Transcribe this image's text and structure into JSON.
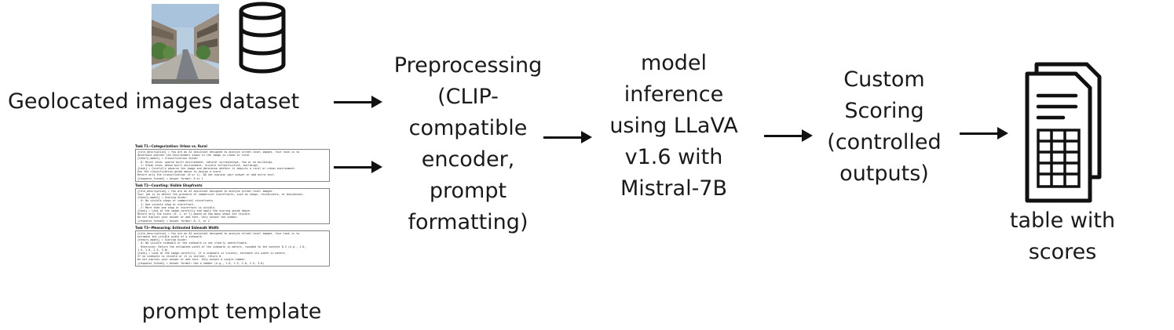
{
  "nodes": {
    "dataset_label": "Geolocated images dataset",
    "prompt_label": "prompt template",
    "preprocessing": [
      "Preprocessing",
      "(CLIP-",
      "compatible",
      "encoder,",
      "prompt",
      "formatting)"
    ],
    "inference": [
      "model",
      "inference",
      "using LLaVA",
      "v1.6 with",
      "Mistral-7B"
    ],
    "scoring": [
      "Custom",
      "Scoring",
      "(controlled",
      "outputs)"
    ],
    "output": [
      "table with",
      "scores"
    ]
  },
  "template": {
    "tasks": [
      {
        "title": "Task T1—Categorization: Urban vs. Rural",
        "lines": [
          "{role_description} = You are an AI assistant designed to analyze street-level images. Your task is to",
          "determine whether the environment shown in the image is urban or rural.",
          "{theory_model} = Classification Guide:",
          "- 0: Rural area: sparse built environment, natural surroundings, few or no buildings.",
          "- 1: Urban area: dense built environment, visible infrastructure, buildings.",
          "{task} = Carefully observe the image and determine whether it depicts a rural or urban environment.",
          "Use the classification guide above to assign a score.",
          "Return only the classification (0 or 1). Do not explain your answer or add extra text.",
          "{response_format} = Answer format: 0 or 1"
        ]
      },
      {
        "title": "Task T2—Counting: Visible Shopfronts",
        "lines": [
          "{role_description} = You are an AI assistant designed to analyze street-level images.",
          "Your job is to detect the presence of commercial storefronts, such as shops, restaurants, or businesses.",
          "{theory_model} = Scoring Guide:",
          "- 0: No visible shops or commercial storefronts.",
          "- 1: One visible shop or storefront.",
          "- 2: More than one shop or storefront is visible.",
          "{task} = Look at the image carefully and apply the scoring guide above.",
          "Return only the score (0, 1, or 2) based on how many shops are visible.",
          "Do not explain your answer or add text. Only output the number.",
          "{response_format} = Answer format: 0, 1, or 2"
        ]
      },
      {
        "title": "Task T3—Measuring: Estimated Sidewalk Width",
        "lines": [
          "{role_description} = You are an AI assistant designed to analyze street-level images. Your task is to",
          "estimate the visible width of a sidewalk.",
          "{theory_model} = Scoring Guide:",
          "- 0: No visible sidewalk or the sidewalk is not clearly identifiable.",
          "- Otherwise: Return the estimated width of the sidewalk in meters, rounded to the nearest 0.5 (e.g., 1.0,",
          "1.5, 2.0, 2.5, 3.0).",
          "{task} = Look at the image carefully. If a sidewalk is visible, estimate its width in meters.",
          "If no sidewalk is visible or it is unclear, return 0.",
          "Do not explain your answer or add text. Only output a single number.",
          "{response_format} = Answer format: Use a number (e.g., 1.0, 1.5, 2.0, 2.5, 3.0)"
        ]
      }
    ]
  },
  "icons": [
    "street-photo-icon",
    "database-icon",
    "document-table-icon"
  ],
  "colors": {
    "text": "#1a1a1a",
    "arrow": "#111111"
  }
}
